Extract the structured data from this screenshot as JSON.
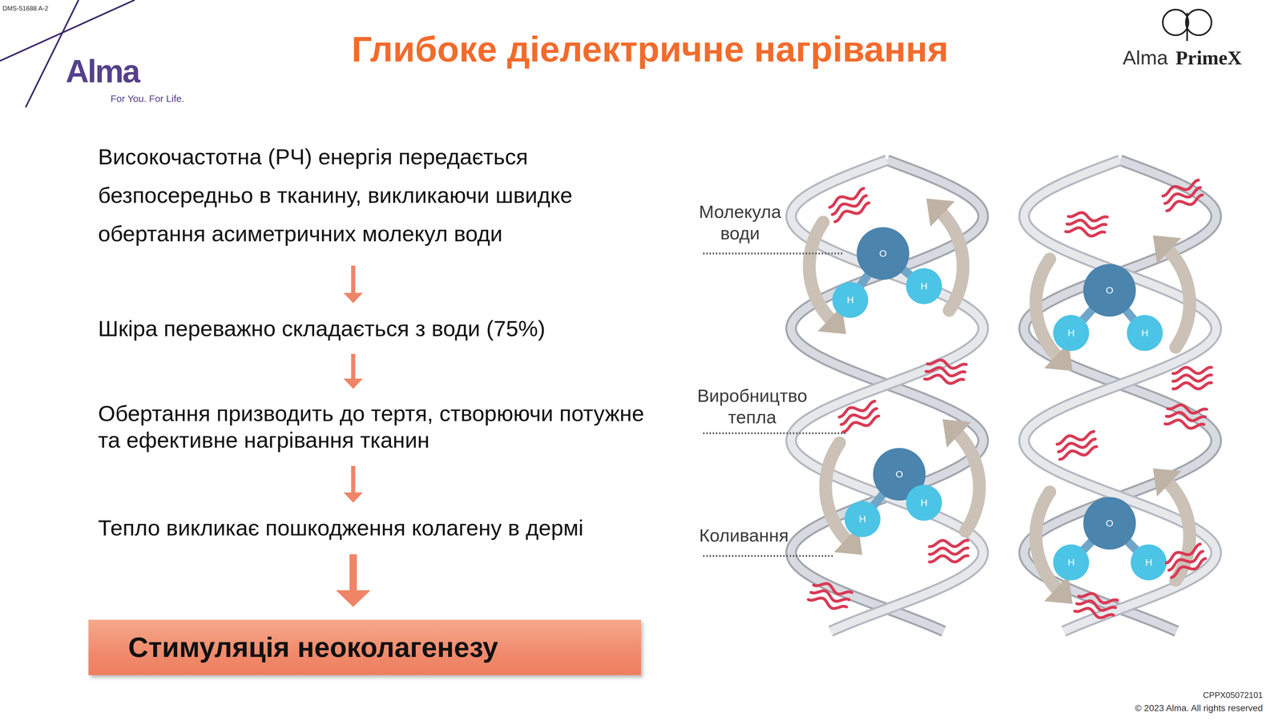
{
  "diagram": {
    "title": "Глибоке діелектричне нагрівання",
    "nodes": [
      {
        "text": [
          "Високочастотна (РЧ) енергія передається безпосередньо в тканину, викликаючи швидке обертання асиметричних молекул води"
        ]
      },
      {
        "text": [
          "Шкіра переважно складається з води (75%)"
        ]
      },
      {
        "text": [
          "Обертання призводить до тертя, створюючи потужне та ефективне нагрівання тканин"
        ]
      },
      {
        "text": [
          "Тепло викликає пошкодження колагену в дермі"
        ]
      },
      {
        "text": [
          "Стимуляція неоколагенезу"
        ]
      }
    ],
    "edges": [
      {
        "from": 0,
        "to": 1,
        "arrow": "to"
      },
      {
        "from": 1,
        "to": 2,
        "arrow": "to"
      },
      {
        "from": 2,
        "to": 3,
        "arrow": "to"
      },
      {
        "from": 3,
        "to": 4,
        "arrow": "to"
      }
    ],
    "labels": [
      "DMS-51688 A-2",
      "Alma",
      "For You. For Life.",
      "Alma",
      "PrimeX",
      "Молекула води",
      "Виробництво тепла",
      "Коливання",
      "O",
      "H",
      "H",
      "O",
      "H",
      "H",
      "O",
      "H",
      "H",
      "O",
      "H",
      "H",
      "CPPX05072101",
      "© 2023 Alma. All rights reserved"
    ]
  }
}
